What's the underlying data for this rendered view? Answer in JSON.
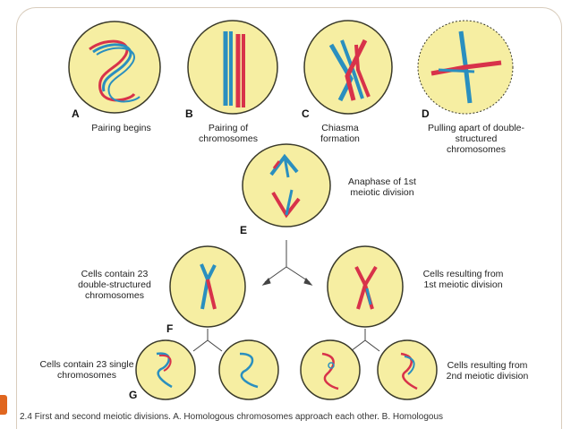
{
  "stages": {
    "A": {
      "letter": "A",
      "label": "Pairing begins"
    },
    "B": {
      "letter": "B",
      "label": "Pairing of chromosomes"
    },
    "C": {
      "letter": "C",
      "label": "Chiasma formation"
    },
    "D": {
      "letter": "D",
      "label": "Pulling apart of double-structured chromosomes"
    },
    "E": {
      "letter": "E",
      "label": "Anaphase of 1st meiotic division"
    },
    "F": {
      "letter": "F",
      "label_left": "Cells contain 23 double-structured chromosomes",
      "label_right": "Cells resulting from 1st meiotic division"
    },
    "G": {
      "letter": "G",
      "label_left": "Cells contain 23 single chromosomes",
      "label_right": "Cells resulting from 2nd meiotic division"
    }
  },
  "caption": "2.4 First and second meiotic divisions. A. Homologous chromosomes approach each other. B. Homologous",
  "colors": {
    "cell_fill": "#f6eea2",
    "cell_stroke": "#3a3a2a",
    "chrom_blue": "#2a8fbf",
    "chrom_red": "#d8324a",
    "accent": "#e0661f"
  }
}
